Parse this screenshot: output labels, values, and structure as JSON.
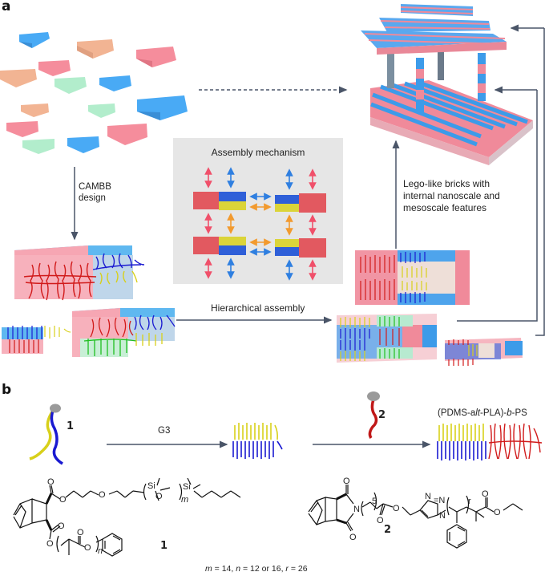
{
  "panel_a": {
    "label": "a",
    "cambb_label_line1": "CAMBB",
    "cambb_label_line2": "design",
    "mechanism_title": "Assembly mechanism",
    "hierarchical_label": "Hierarchical assembly",
    "lego_label_line1": "Lego-like bricks with",
    "lego_label_line2": "internal nanoscale and",
    "lego_label_line3": "mesoscale features",
    "colors": {
      "pink": "#f08a9a",
      "blue": "#3d9be9",
      "peach": "#eeb08e",
      "mint": "#a8e6c2",
      "red_chain": "#d11a1a",
      "blue_chain": "#1a1ad1",
      "yellow_chain": "#d8d01a",
      "green_chain": "#1fbf1f",
      "orange_arrow": "#f29a2e",
      "arrow_dark": "#4a5568",
      "mech_bg": "#e6e6e6"
    }
  },
  "panel_b": {
    "label": "b",
    "compound1_label": "1",
    "compound2_label": "2",
    "reagent_g3": "G3",
    "product_label": "(PDMS-alt-PLA)-b-PS",
    "product_parts": {
      "pre": "(PDMS-a",
      "it1": "lt",
      "mid": "-PLA)-",
      "it2": "b",
      "post": "-PS"
    },
    "structure1": {
      "atoms": [
        "O",
        "O",
        "O",
        "O",
        "O",
        "O",
        "O",
        "Si",
        "O",
        "Si"
      ],
      "subscript_m": "m",
      "subscript_n": "n",
      "label": "1"
    },
    "structure2": {
      "atoms": [
        "O",
        "O",
        "N",
        "O",
        "O",
        "N",
        "N",
        "N"
      ],
      "subscript_5": "5",
      "subscript_r": "r",
      "label": "2"
    },
    "footnote": {
      "m": "m",
      "m_val": " = 14, ",
      "n": "n",
      "n_val": " = 12 or 16, ",
      "r": "r",
      "r_val": " = 26"
    }
  }
}
